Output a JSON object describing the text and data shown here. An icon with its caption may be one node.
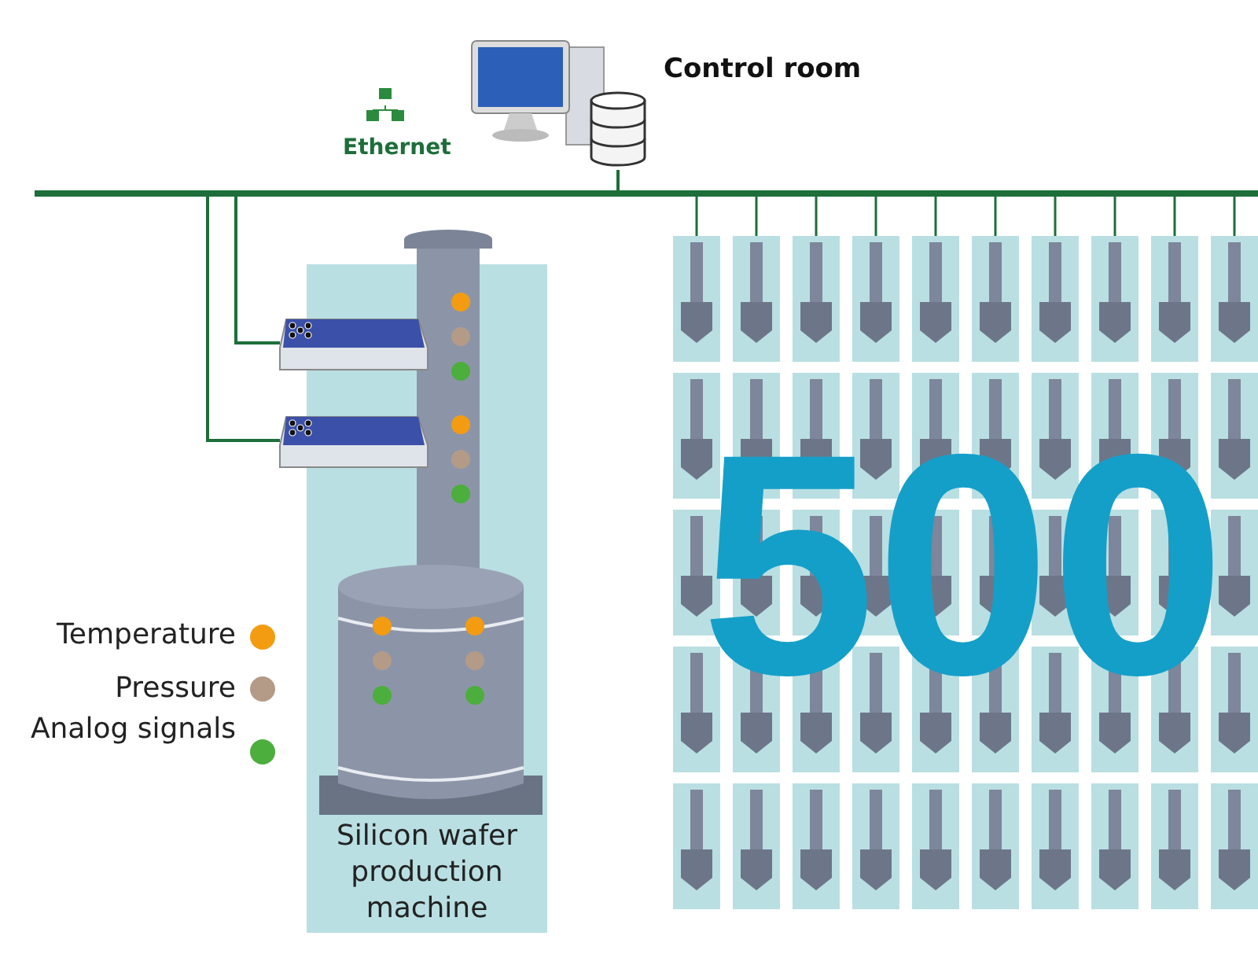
{
  "diagram": {
    "nodes": [
      {
        "text": [
          "Control room"
        ]
      },
      {
        "text": [],
        "shape": "bar",
        "beside": [
          "Ethernet"
        ]
      },
      {
        "text": [],
        "shape": "box"
      },
      {
        "text": [],
        "shape": "box"
      },
      {
        "text": [
          "Silicon wafer production machine"
        ]
      },
      {
        "text": [
          "500"
        ]
      }
    ],
    "edges": [
      {
        "from": 0,
        "to": 1,
        "arrow": "none"
      },
      {
        "from": 1,
        "to": 2,
        "arrow": "none"
      },
      {
        "from": 1,
        "to": 3,
        "arrow": "none"
      }
    ],
    "legend": [
      {
        "text": "Temperature",
        "color": "#f39c12"
      },
      {
        "text": "Pressure",
        "color": "#b39b88"
      },
      {
        "text": "Analog signals",
        "color": "#4cae3c"
      }
    ]
  }
}
